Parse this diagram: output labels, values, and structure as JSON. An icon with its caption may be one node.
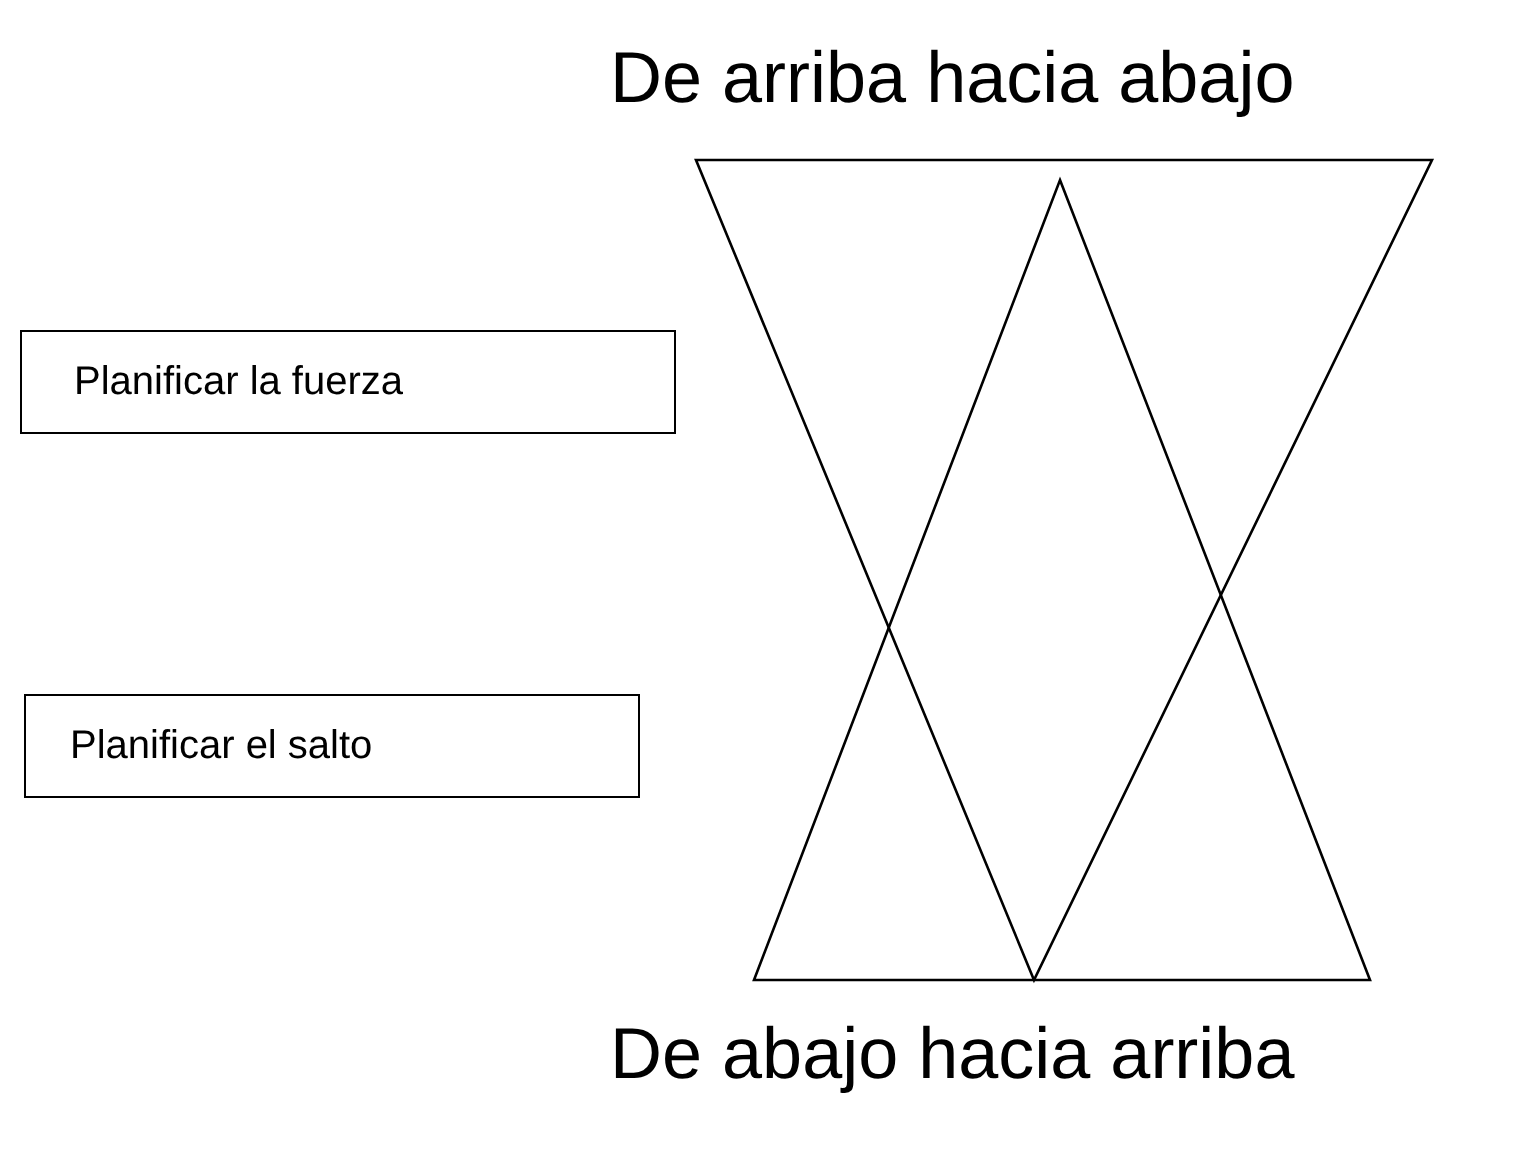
{
  "diagram": {
    "nodes": [
      {
        "text": [
          "Planificar la fuerza"
        ]
      },
      {
        "text": [
          "Planificar el salto"
        ]
      }
    ],
    "labels": [
      "De arriba hacia abajo",
      "De abajo hacia arriba"
    ]
  }
}
